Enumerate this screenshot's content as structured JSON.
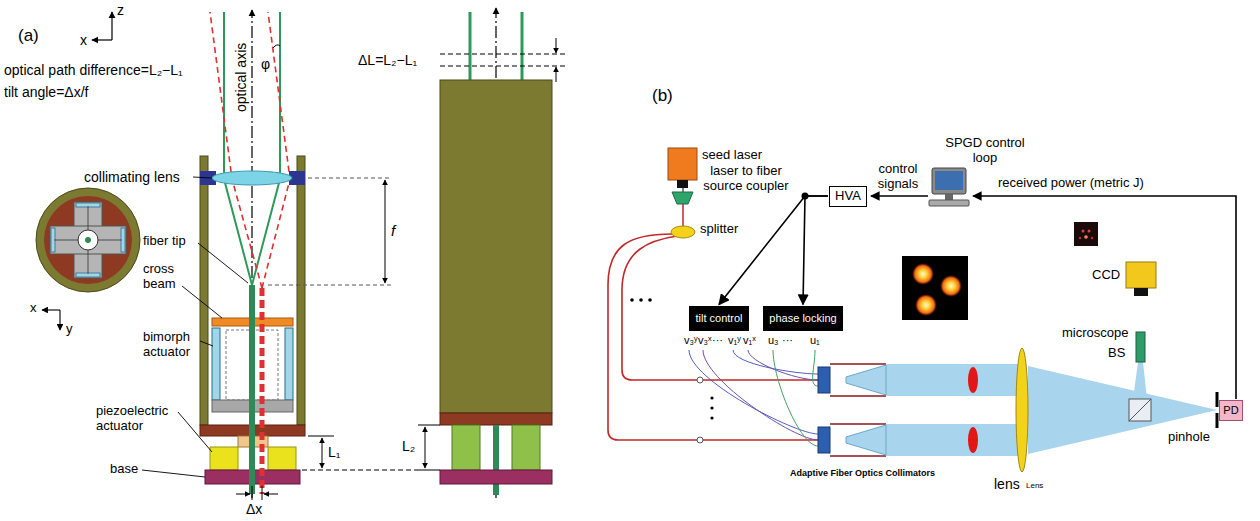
{
  "diagram": {
    "nodes": [
      {
        "text": [
          "HVA"
        ]
      },
      {
        "text": [
          "tilt control"
        ]
      },
      {
        "text": [
          "phase locking"
        ]
      },
      {
        "text": [
          "PD"
        ]
      }
    ],
    "edges": [
      {
        "from": 0,
        "to": 1,
        "arrow": "to"
      },
      {
        "from": 0,
        "to": 2,
        "arrow": "to"
      }
    ],
    "labels": [
      "(a)",
      "z",
      "x",
      "optical axis",
      "optical path difference=L₂−L₁",
      "tilt angle=Δx/f",
      "φ",
      "ΔL=L₂−L₁",
      "collimating lens",
      "f",
      "fiber tip",
      "cross beam",
      "bimorph actuator",
      "x",
      "y",
      "piezoelectric actuator",
      "base",
      "L₁",
      "L₂",
      "Δx",
      "(b)",
      "seed laser",
      "laser to fiber source coupler",
      "splitter",
      "control signals",
      "SPGD control loop",
      "received power (metric J)",
      "v₃ʸ",
      "v₃ˣ",
      "···",
      "v₁ʸ",
      "v₁ˣ",
      "u₃",
      "···",
      "u₁",
      "Adaptive Fiber Optics Collimators",
      "lens",
      "Lens",
      "CCD",
      "microscope",
      "BS",
      "pinhole"
    ]
  }
}
